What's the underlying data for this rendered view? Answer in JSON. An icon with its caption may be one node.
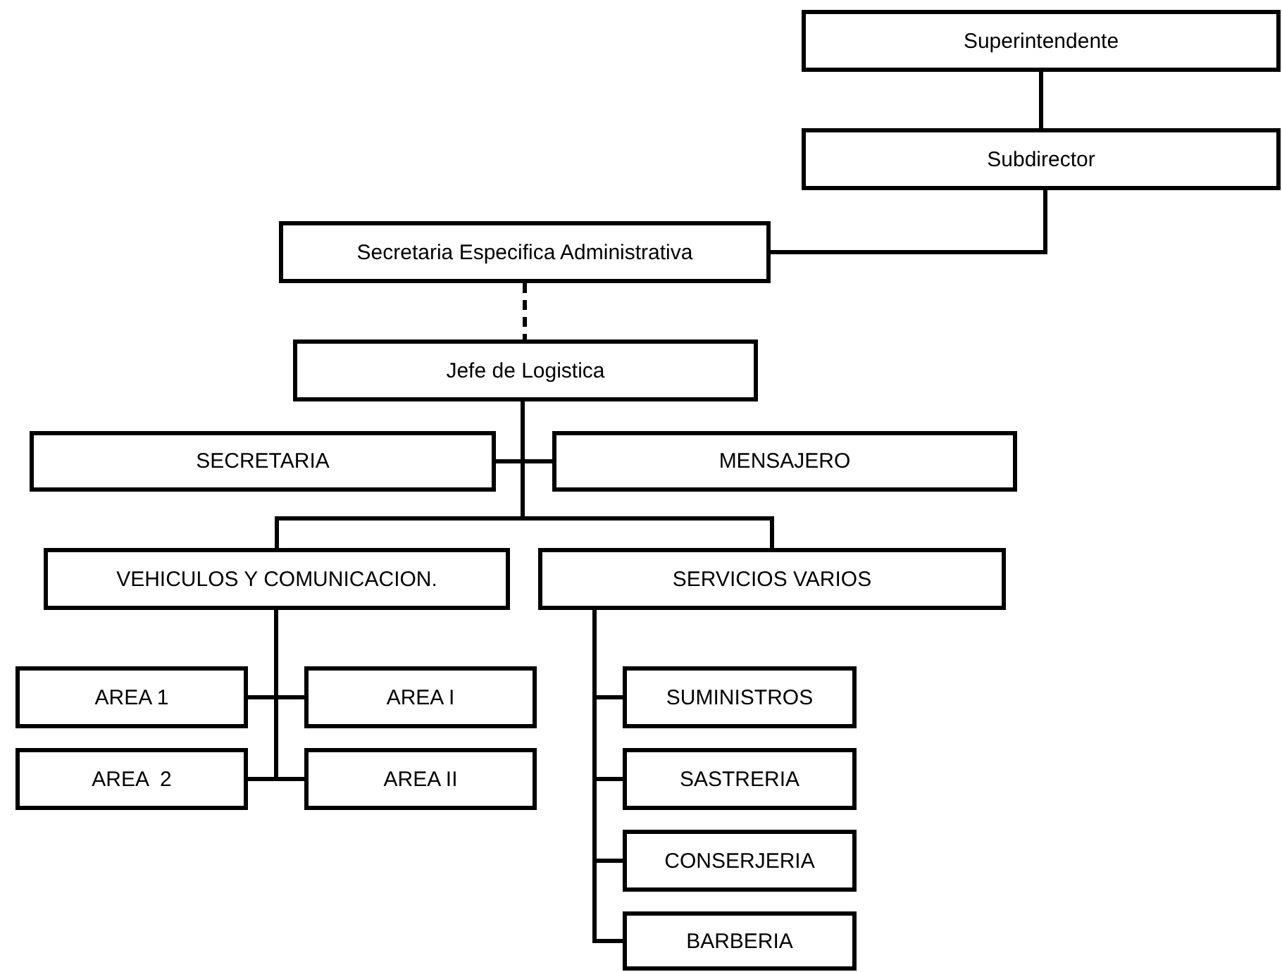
{
  "diagram": {
    "nodes": [
      {
        "text": [
          "Superintendente"
        ]
      },
      {
        "text": [
          "Subdirector"
        ]
      },
      {
        "text": [
          "Secretaria Especifica Administrativa"
        ]
      },
      {
        "text": [
          "Jefe de Logistica"
        ]
      },
      {
        "text": [
          "SECRETARIA"
        ]
      },
      {
        "text": [
          "MENSAJERO"
        ]
      },
      {
        "text": [
          "VEHICULOS Y COMUNICACION."
        ]
      },
      {
        "text": [
          "SERVICIOS VARIOS"
        ]
      },
      {
        "text": [
          "AREA 1"
        ]
      },
      {
        "text": [
          "AREA I"
        ]
      },
      {
        "text": [
          "AREA  2"
        ]
      },
      {
        "text": [
          "AREA II"
        ]
      },
      {
        "text": [
          "SUMINISTROS"
        ]
      },
      {
        "text": [
          "SASTRERIA"
        ]
      },
      {
        "text": [
          "CONSERJERIA"
        ]
      },
      {
        "text": [
          "BARBERIA"
        ]
      }
    ],
    "edges": [
      {
        "from": 0,
        "to": 1,
        "arrow": "none"
      },
      {
        "from": 1,
        "to": 2,
        "arrow": "none"
      },
      {
        "from": 2,
        "to": 3,
        "arrow": "none",
        "style": "dashed"
      },
      {
        "from": 3,
        "to": 4,
        "arrow": "none"
      },
      {
        "from": 3,
        "to": 5,
        "arrow": "none"
      },
      {
        "from": 3,
        "to": 6,
        "arrow": "none"
      },
      {
        "from": 3,
        "to": 7,
        "arrow": "none"
      },
      {
        "from": 6,
        "to": 8,
        "arrow": "none"
      },
      {
        "from": 6,
        "to": 9,
        "arrow": "none"
      },
      {
        "from": 6,
        "to": 10,
        "arrow": "none"
      },
      {
        "from": 6,
        "to": 11,
        "arrow": "none"
      },
      {
        "from": 7,
        "to": 12,
        "arrow": "none"
      },
      {
        "from": 7,
        "to": 13,
        "arrow": "none"
      },
      {
        "from": 7,
        "to": 14,
        "arrow": "none"
      },
      {
        "from": 7,
        "to": 15,
        "arrow": "none"
      }
    ]
  }
}
